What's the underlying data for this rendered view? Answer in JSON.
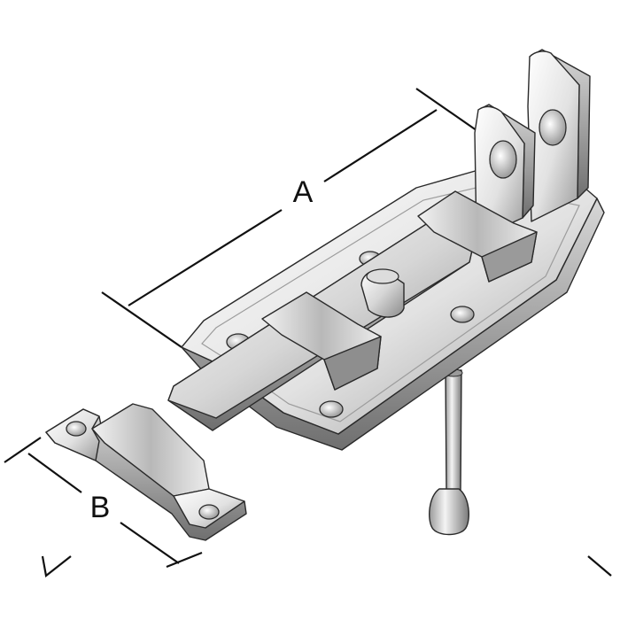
{
  "figure": {
    "dimensions": [
      {
        "id": "A",
        "label": "A"
      },
      {
        "id": "B",
        "label": "B"
      }
    ],
    "colors": {
      "metal_light": "#f4f4f4",
      "metal_mid": "#c9c9c9",
      "metal_dark": "#7d7d7d",
      "outline": "#2a2a2a",
      "dimension": "#111111"
    }
  }
}
